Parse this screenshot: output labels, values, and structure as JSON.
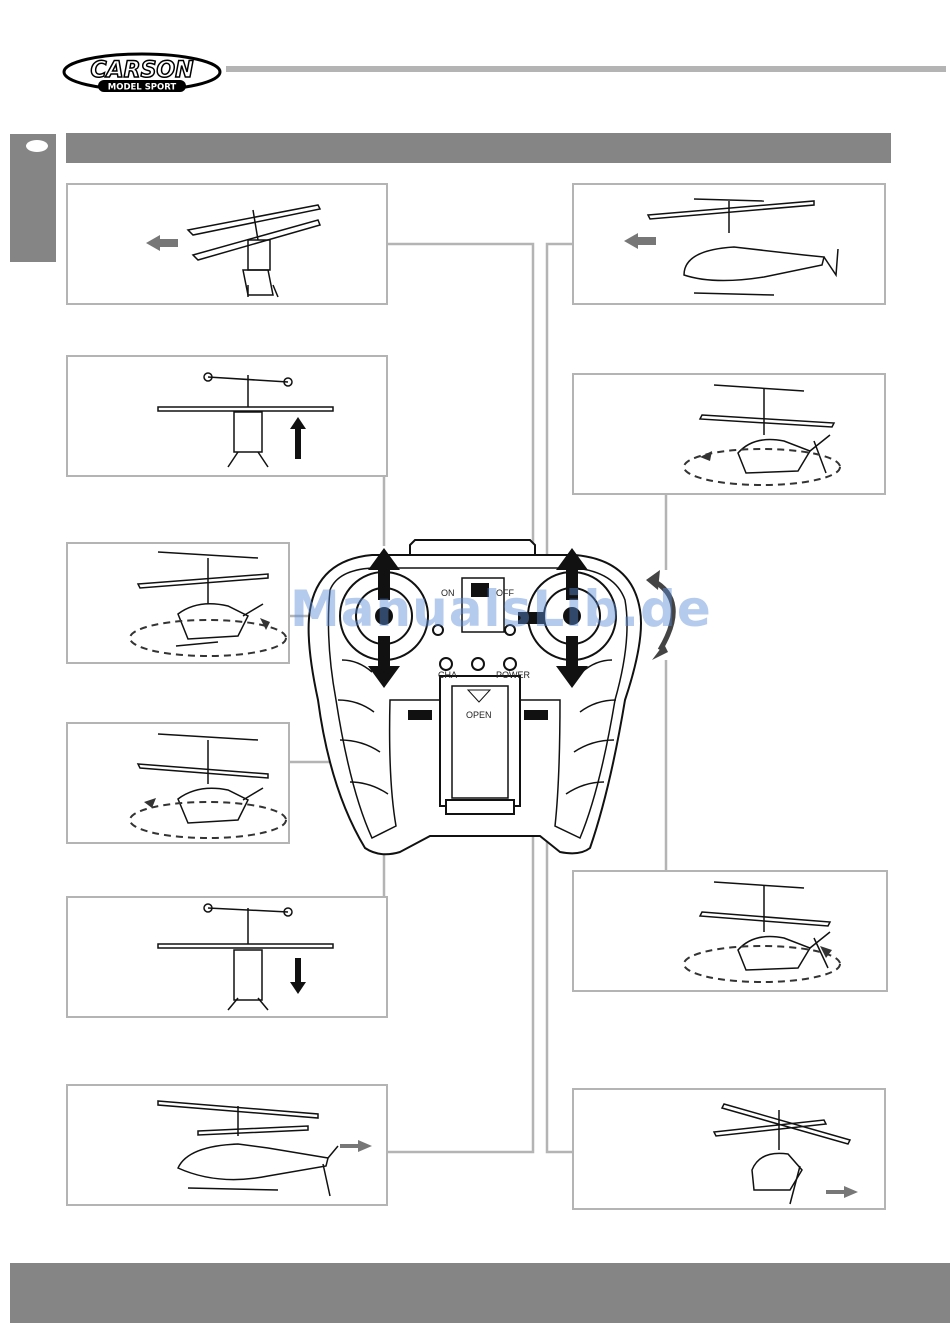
{
  "brand": {
    "name": "CARSON",
    "tagline": "MODEL SPORT"
  },
  "transmitter": {
    "switch_on_label": "ON",
    "switch_off_label": "OFF",
    "cha_label": "CHA",
    "power_label": "POWER",
    "battery_cover_label": "OPEN"
  },
  "watermark": "ManualsLib.de",
  "colors": {
    "frame_gray": "#b4b4b4",
    "bar_gray": "#858585",
    "arrow_dark": "#111111",
    "watermark_blue": "#5a8cd7"
  },
  "panels": [
    {
      "id": "left-1",
      "icon": "helicopter-forward-arrow-left-icon"
    },
    {
      "id": "left-2",
      "icon": "helicopter-ascend-arrow-up-icon"
    },
    {
      "id": "left-3",
      "icon": "helicopter-rotate-clockwise-icon"
    },
    {
      "id": "left-4",
      "icon": "helicopter-rotate-counterclockwise-icon"
    },
    {
      "id": "left-5",
      "icon": "helicopter-descend-arrow-down-icon"
    },
    {
      "id": "left-6",
      "icon": "helicopter-move-right-icon"
    },
    {
      "id": "right-1",
      "icon": "helicopter-side-forward-icon"
    },
    {
      "id": "right-2",
      "icon": "helicopter-yaw-left-icon"
    },
    {
      "id": "right-3",
      "icon": "helicopter-yaw-right-icon"
    },
    {
      "id": "right-4",
      "icon": "helicopter-backward-right-icon"
    }
  ]
}
